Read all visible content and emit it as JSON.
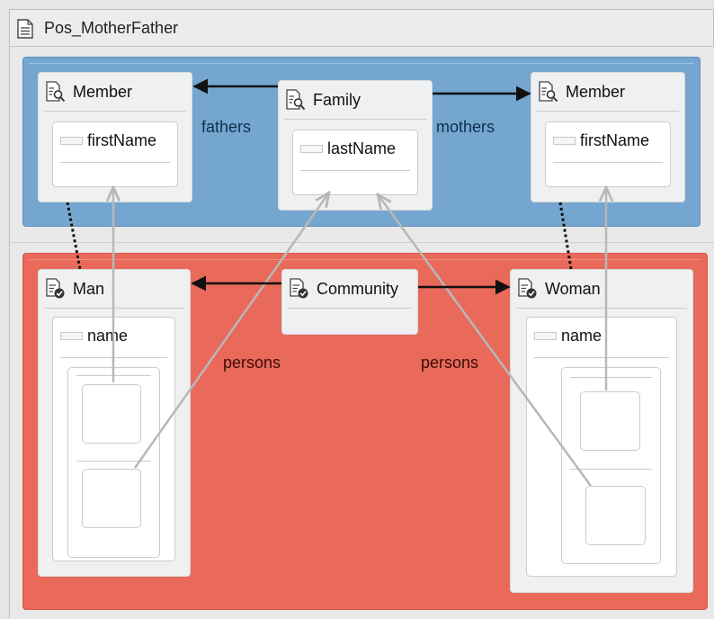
{
  "title": "Pos_MotherFather",
  "top_nodes": {
    "member_left": {
      "label": "Member",
      "field": "firstName"
    },
    "family": {
      "label": "Family",
      "field": "lastName"
    },
    "member_right": {
      "label": "Member",
      "field": "firstName"
    }
  },
  "bottom_nodes": {
    "man": {
      "label": "Man",
      "field": "name"
    },
    "community": {
      "label": "Community"
    },
    "woman": {
      "label": "Woman",
      "field": "name"
    }
  },
  "edge_labels": {
    "fathers": "fathers",
    "mothers": "mothers",
    "persons_left": "persons",
    "persons_right": "persons"
  },
  "colors": {
    "top_band": "#74a6cf",
    "bottom_band": "#e9695a",
    "card": "#eef0f1",
    "arrow": "#111111",
    "mapping_line": "#b8b8b8"
  },
  "icons": {
    "title": "document-icon",
    "member": "query-icon",
    "family": "query-icon",
    "man": "checked-document-icon",
    "community": "checked-document-icon",
    "woman": "checked-document-icon"
  }
}
